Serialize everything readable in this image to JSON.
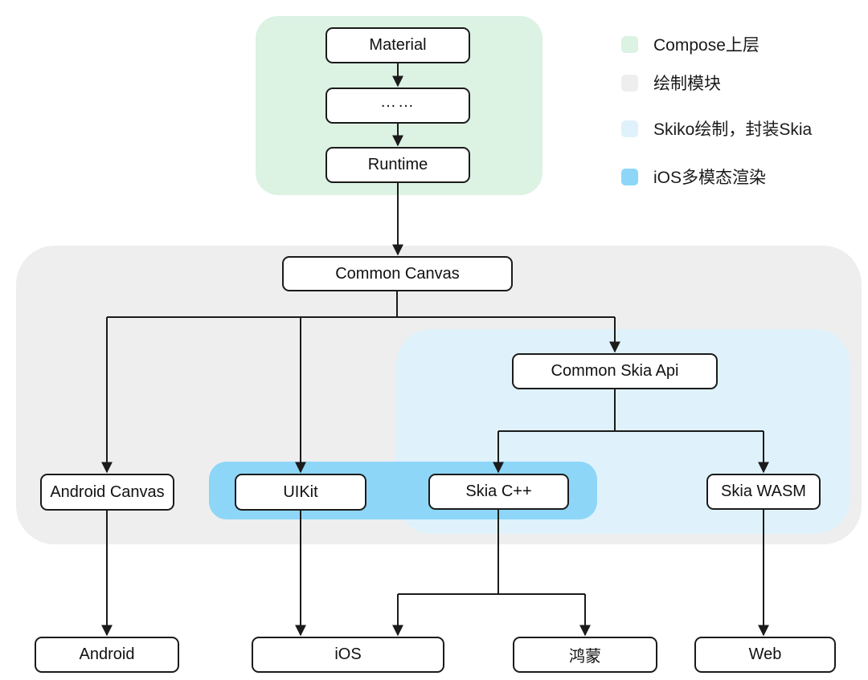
{
  "colors": {
    "background": "#ffffff",
    "box_fill": "#ffffff",
    "box_border": "#1b1b1b",
    "connector": "#1b1b1b",
    "region_compose_upper": "#dcf2e3",
    "region_draw_module": "#eeeeee",
    "region_skiko": "#dff2fc",
    "region_ios_multimode": "#8dd6f8"
  },
  "nodes": {
    "material": {
      "label": "Material"
    },
    "dots": {
      "label": "……"
    },
    "runtime": {
      "label": "Runtime"
    },
    "common_canvas": {
      "label": "Common Canvas"
    },
    "android_canvas": {
      "label": "Android Canvas"
    },
    "uikit": {
      "label": "UIKit"
    },
    "common_skia_api": {
      "label": "Common Skia Api"
    },
    "skia_cpp": {
      "label": "Skia C++"
    },
    "skia_wasm": {
      "label": "Skia WASM"
    },
    "android": {
      "label": "Android"
    },
    "ios": {
      "label": "iOS"
    },
    "harmony": {
      "label": "鸿蒙"
    },
    "web": {
      "label": "Web"
    }
  },
  "legend": {
    "items": [
      {
        "label": "Compose上层",
        "color": "#dcf2e3"
      },
      {
        "label": "绘制模块",
        "color": "#eeeeee"
      },
      {
        "label": "Skiko绘制，封装Skia",
        "color": "#dff2fc"
      },
      {
        "label": "iOS多模态渲染",
        "color": "#8dd6f8"
      }
    ]
  }
}
